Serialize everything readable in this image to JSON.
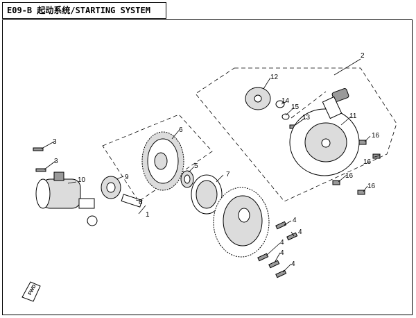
{
  "header": {
    "title": "E09-B  起动系统/STARTING SYSTEM"
  },
  "callouts": [
    {
      "id": "c1",
      "label": "1"
    },
    {
      "id": "c2",
      "label": "2"
    },
    {
      "id": "c3a",
      "label": "3"
    },
    {
      "id": "c3b",
      "label": "3"
    },
    {
      "id": "c4a",
      "label": "4"
    },
    {
      "id": "c4b",
      "label": "4"
    },
    {
      "id": "c4c",
      "label": "4"
    },
    {
      "id": "c4d",
      "label": "4"
    },
    {
      "id": "c4e",
      "label": "4"
    },
    {
      "id": "c5",
      "label": "5"
    },
    {
      "id": "c6",
      "label": "6"
    },
    {
      "id": "c7",
      "label": "7"
    },
    {
      "id": "c8",
      "label": "8"
    },
    {
      "id": "c9",
      "label": "9"
    },
    {
      "id": "c10",
      "label": "10"
    },
    {
      "id": "c11",
      "label": "11"
    },
    {
      "id": "c12",
      "label": "12"
    },
    {
      "id": "c13",
      "label": "13"
    },
    {
      "id": "c14",
      "label": "14"
    },
    {
      "id": "c15",
      "label": "15"
    },
    {
      "id": "c16a",
      "label": "16"
    },
    {
      "id": "c16b",
      "label": "16"
    },
    {
      "id": "c16c",
      "label": "16"
    },
    {
      "id": "c16d",
      "label": "16"
    }
  ],
  "direction_marker": {
    "label": "FWD"
  }
}
